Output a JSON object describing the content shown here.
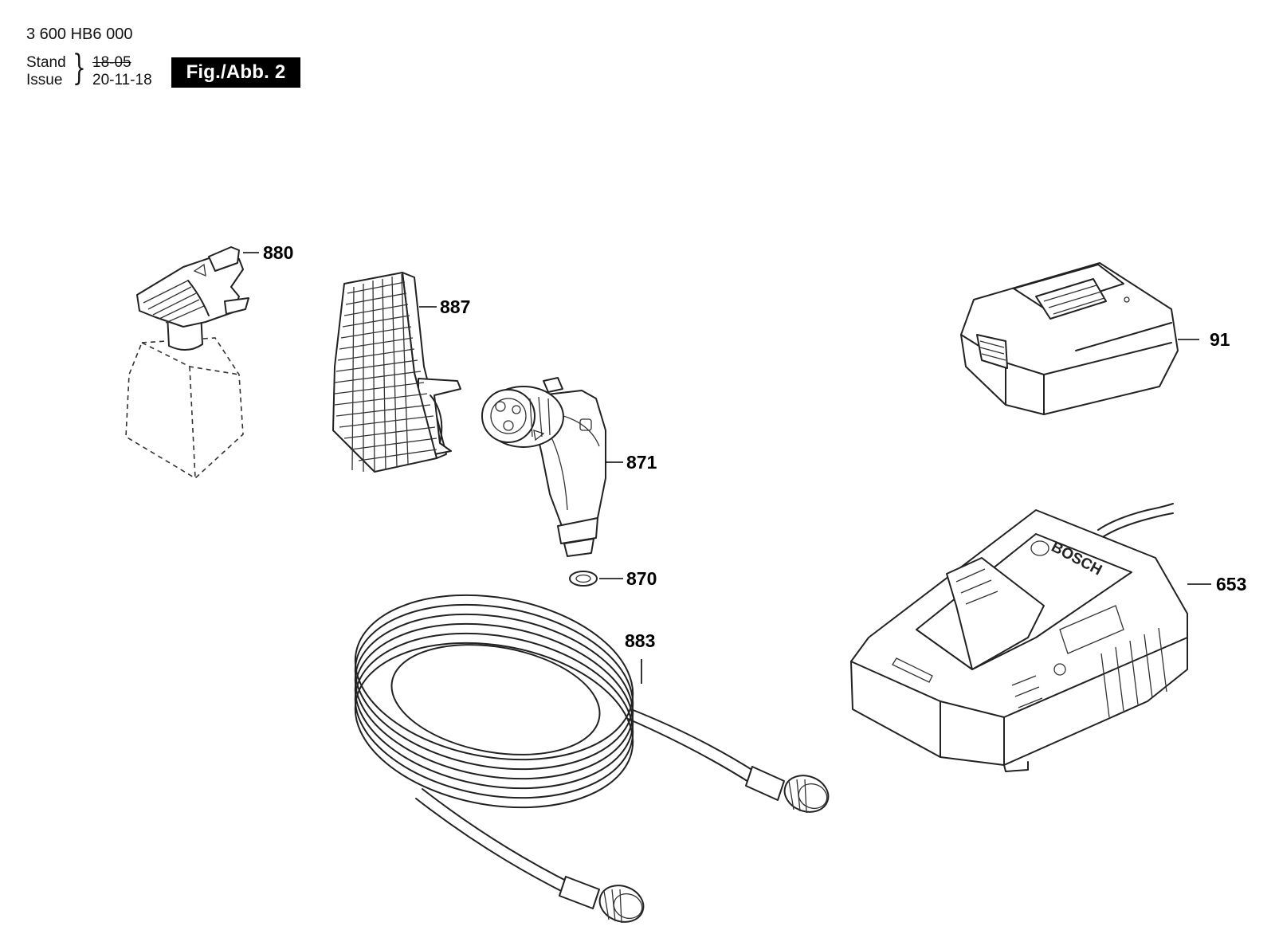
{
  "header": {
    "part_number": "3 600 HB6 000",
    "stand_label": "Stand",
    "issue_label": "Issue",
    "old_version": "18-05",
    "new_version": "20-11-18",
    "figure_label": "Fig./Abb. 2"
  },
  "parts": [
    {
      "id": "880",
      "label": "880",
      "name": "detergent-nozzle"
    },
    {
      "id": "887",
      "label": "887",
      "name": "brush"
    },
    {
      "id": "871",
      "label": "871",
      "name": "spray-gun"
    },
    {
      "id": "870",
      "label": "870",
      "name": "seal-ring"
    },
    {
      "id": "883",
      "label": "883",
      "name": "hose"
    },
    {
      "id": "91",
      "label": "91",
      "name": "battery-pack"
    },
    {
      "id": "653",
      "label": "653",
      "name": "charger"
    }
  ],
  "charger_brand": "BOSCH",
  "colors": {
    "ink": "#000000",
    "paper": "#ffffff"
  }
}
